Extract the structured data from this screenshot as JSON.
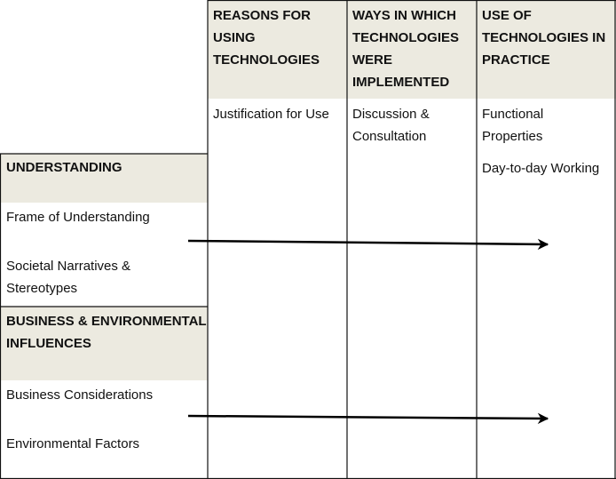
{
  "columns": [
    {
      "header": [
        "REASONS FOR",
        "USING",
        "TECHNOLOGIES"
      ],
      "items": [
        "Justification for Use"
      ]
    },
    {
      "header": [
        "WAYS IN WHICH",
        "TECHNOLOGIES",
        "WERE",
        "IMPLEMENTED"
      ],
      "items": [
        "Discussion &",
        "Consultation"
      ]
    },
    {
      "header": [
        "USE OF",
        "TECHNOLOGIES IN",
        "PRACTICE"
      ],
      "items": [
        "Functional",
        "Properties",
        "Day-to-day Working"
      ]
    }
  ],
  "rows": [
    {
      "header": "UNDERSTANDING",
      "items": [
        "Frame of Understanding",
        "Societal Narratives &",
        "Stereotypes"
      ]
    },
    {
      "header_lines": [
        "BUSINESS & ENVIRONMENTAL",
        "INFLUENCES"
      ],
      "items": [
        "Business Considerations",
        "Environmental Factors"
      ]
    }
  ],
  "colors": {
    "header_fill": "#eceae0",
    "line": "#111111",
    "arrow": "#000000"
  }
}
